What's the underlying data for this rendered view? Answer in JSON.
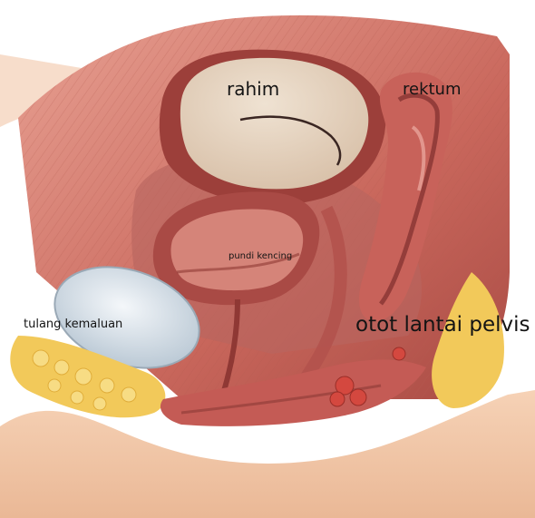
{
  "labels": {
    "uterus": "rahim",
    "rectum": "rektum",
    "bladder": "pundi kencing",
    "pubic_bone": "tulang kemaluan",
    "pelvic_floor": "otot lantai pelvis"
  },
  "colors": {
    "skin": "#f3c6a6",
    "muscle": "#c86a5e",
    "muscle_dark": "#8c3a36",
    "uterus_fill": "#e4d2bf",
    "fat": "#f2c95a",
    "bone": "#dde6ee",
    "label_text": "#141414"
  }
}
